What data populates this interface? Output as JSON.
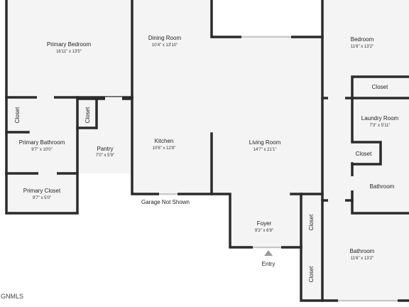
{
  "rooms": {
    "primary_bedroom": {
      "name": "Primary Bedroom",
      "dims": "16'11\" x 13'5\""
    },
    "dining_room": {
      "name": "Dining Room",
      "dims": "10'4\" x 13'10\""
    },
    "bedroom": {
      "name": "Bedroom",
      "dims": "11'6\" x 13'2\""
    },
    "closet_bedroom": {
      "name": "Closet"
    },
    "closet_primary": {
      "name": "Closet"
    },
    "closet_pantry_side": {
      "name": "Closet"
    },
    "primary_bathroom": {
      "name": "Primary Bathroom",
      "dims": "9'7\" x 10'0\""
    },
    "pantry": {
      "name": "Pantry",
      "dims": "7'0\" x 5'9\""
    },
    "kitchen": {
      "name": "Kitchen",
      "dims": "10'6\" x 12'8\""
    },
    "living_room": {
      "name": "Living Room",
      "dims": "14'7\" x 21'1\""
    },
    "laundry_room": {
      "name": "Laundry Room",
      "dims": "7'3\" x 5'11\""
    },
    "closet_laundry": {
      "name": "Closet"
    },
    "bathroom_upper": {
      "name": "Bathroom"
    },
    "primary_closet": {
      "name": "Primary Closet",
      "dims": "9'7\" x 5'0\""
    },
    "foyer": {
      "name": "Foyer",
      "dims": "9'3\" x 6'9\""
    },
    "closet_foyer": {
      "name": "Closet"
    },
    "bathroom_lower": {
      "name": "Bathroom",
      "dims": "11'6\" x 13'2\""
    },
    "closet_lower": {
      "name": "Closet"
    }
  },
  "labels": {
    "garage": "Garage Not Shown",
    "entry": "Entry"
  },
  "watermark": "GNMLS"
}
